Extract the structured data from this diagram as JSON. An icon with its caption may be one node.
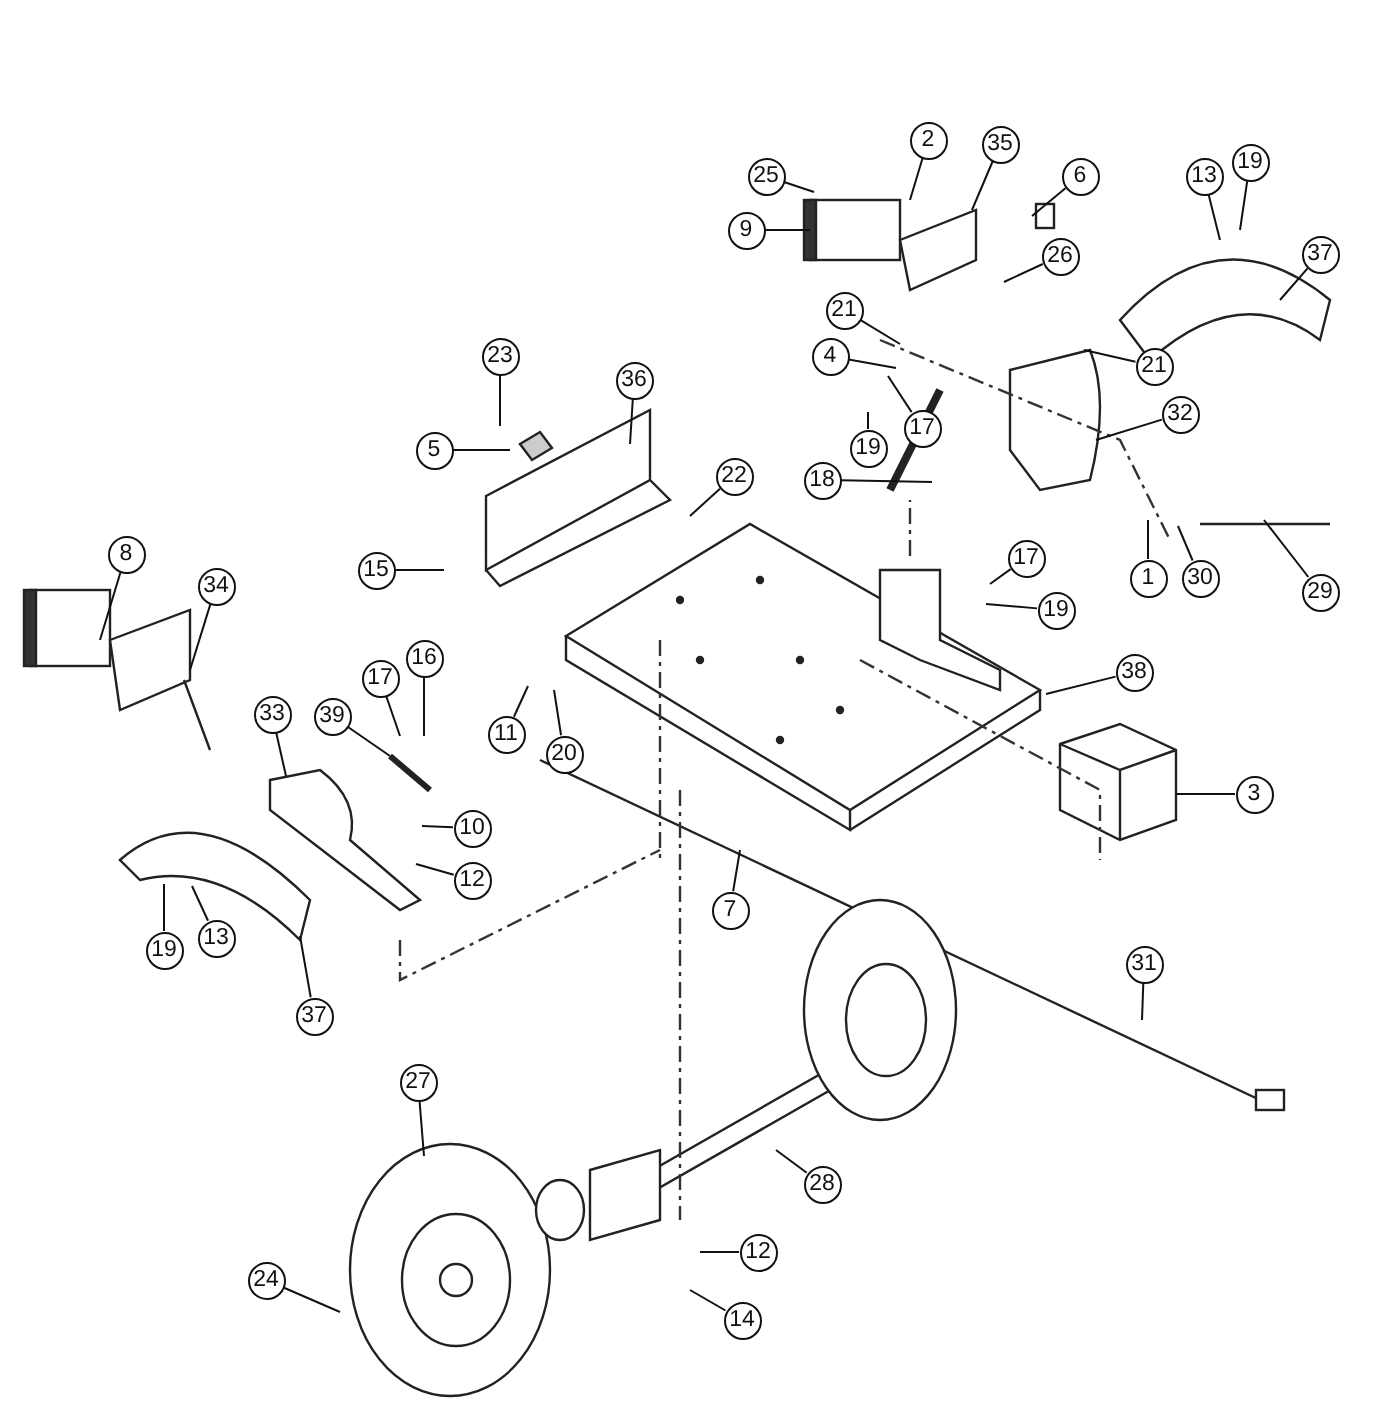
{
  "diagram": {
    "nodes": [
      {
        "text": [
          "25"
        ]
      },
      {
        "text": [
          "2"
        ]
      },
      {
        "text": [
          "35"
        ]
      },
      {
        "text": [
          "6"
        ]
      },
      {
        "text": [
          "9"
        ]
      },
      {
        "text": [
          "13"
        ]
      },
      {
        "text": [
          "19"
        ]
      },
      {
        "text": [
          "37"
        ]
      },
      {
        "text": [
          "26"
        ]
      },
      {
        "text": [
          "21"
        ]
      },
      {
        "text": [
          "4"
        ]
      },
      {
        "text": [
          "21"
        ]
      },
      {
        "text": [
          "17"
        ]
      },
      {
        "text": [
          "19"
        ]
      },
      {
        "text": [
          "32"
        ]
      },
      {
        "text": [
          "23"
        ]
      },
      {
        "text": [
          "36"
        ]
      },
      {
        "text": [
          "5"
        ]
      },
      {
        "text": [
          "22"
        ]
      },
      {
        "text": [
          "18"
        ]
      },
      {
        "text": [
          "29"
        ]
      },
      {
        "text": [
          "30"
        ]
      },
      {
        "text": [
          "1"
        ]
      },
      {
        "text": [
          "15"
        ]
      },
      {
        "text": [
          "17"
        ]
      },
      {
        "text": [
          "19"
        ]
      },
      {
        "text": [
          "8"
        ]
      },
      {
        "text": [
          "34"
        ]
      },
      {
        "text": [
          "38"
        ]
      },
      {
        "text": [
          "16"
        ]
      },
      {
        "text": [
          "17"
        ]
      },
      {
        "text": [
          "33"
        ]
      },
      {
        "text": [
          "39"
        ]
      },
      {
        "text": [
          "11"
        ]
      },
      {
        "text": [
          "20"
        ]
      },
      {
        "text": [
          "3"
        ]
      },
      {
        "text": [
          "10"
        ]
      },
      {
        "text": [
          "12"
        ]
      },
      {
        "text": [
          "7"
        ]
      },
      {
        "text": [
          "19"
        ]
      },
      {
        "text": [
          "13"
        ]
      },
      {
        "text": [
          "37"
        ]
      },
      {
        "text": [
          "31"
        ]
      },
      {
        "text": [
          "27"
        ]
      },
      {
        "text": [
          "28"
        ]
      },
      {
        "text": [
          "12"
        ]
      },
      {
        "text": [
          "24"
        ]
      },
      {
        "text": [
          "14"
        ]
      }
    ],
    "edges": [
      {
        "from": 0,
        "to": null,
        "arrow": "none"
      },
      {
        "from": 1,
        "to": null,
        "arrow": "none"
      },
      {
        "from": 2,
        "to": null,
        "arrow": "none"
      },
      {
        "from": 3,
        "to": null,
        "arrow": "none"
      },
      {
        "from": 4,
        "to": null,
        "arrow": "none"
      },
      {
        "from": 5,
        "to": null,
        "arrow": "none"
      },
      {
        "from": 6,
        "to": null,
        "arrow": "none"
      },
      {
        "from": 7,
        "to": null,
        "arrow": "none"
      },
      {
        "from": 8,
        "to": null,
        "arrow": "none"
      },
      {
        "from": 9,
        "to": null,
        "arrow": "none"
      },
      {
        "from": 10,
        "to": null,
        "arrow": "none"
      },
      {
        "from": 11,
        "to": null,
        "arrow": "none"
      },
      {
        "from": 12,
        "to": null,
        "arrow": "none"
      },
      {
        "from": 13,
        "to": null,
        "arrow": "none"
      },
      {
        "from": 14,
        "to": null,
        "arrow": "none"
      },
      {
        "from": 15,
        "to": null,
        "arrow": "none"
      },
      {
        "from": 16,
        "to": null,
        "arrow": "none"
      },
      {
        "from": 17,
        "to": null,
        "arrow": "none"
      },
      {
        "from": 18,
        "to": null,
        "arrow": "none"
      },
      {
        "from": 19,
        "to": null,
        "arrow": "none"
      },
      {
        "from": 20,
        "to": null,
        "arrow": "none"
      },
      {
        "from": 21,
        "to": null,
        "arrow": "none"
      },
      {
        "from": 22,
        "to": null,
        "arrow": "none"
      },
      {
        "from": 23,
        "to": null,
        "arrow": "none"
      },
      {
        "from": 24,
        "to": null,
        "arrow": "none"
      },
      {
        "from": 25,
        "to": null,
        "arrow": "none"
      },
      {
        "from": 26,
        "to": null,
        "arrow": "none"
      },
      {
        "from": 27,
        "to": null,
        "arrow": "none"
      },
      {
        "from": 28,
        "to": null,
        "arrow": "none"
      },
      {
        "from": 29,
        "to": null,
        "arrow": "none"
      },
      {
        "from": 30,
        "to": null,
        "arrow": "none"
      },
      {
        "from": 31,
        "to": null,
        "arrow": "none"
      },
      {
        "from": 32,
        "to": null,
        "arrow": "none"
      },
      {
        "from": 33,
        "to": null,
        "arrow": "none"
      },
      {
        "from": 34,
        "to": null,
        "arrow": "none"
      },
      {
        "from": 35,
        "to": null,
        "arrow": "none"
      },
      {
        "from": 36,
        "to": null,
        "arrow": "none"
      },
      {
        "from": 37,
        "to": null,
        "arrow": "none"
      },
      {
        "from": 38,
        "to": null,
        "arrow": "none"
      },
      {
        "from": 39,
        "to": null,
        "arrow": "none"
      },
      {
        "from": 40,
        "to": null,
        "arrow": "none"
      },
      {
        "from": 41,
        "to": null,
        "arrow": "none"
      },
      {
        "from": 42,
        "to": null,
        "arrow": "none"
      },
      {
        "from": 43,
        "to": null,
        "arrow": "none"
      },
      {
        "from": 44,
        "to": null,
        "arrow": "none"
      },
      {
        "from": 45,
        "to": null,
        "arrow": "none"
      },
      {
        "from": 46,
        "to": null,
        "arrow": "none"
      },
      {
        "from": 47,
        "to": null,
        "arrow": "none"
      }
    ]
  }
}
